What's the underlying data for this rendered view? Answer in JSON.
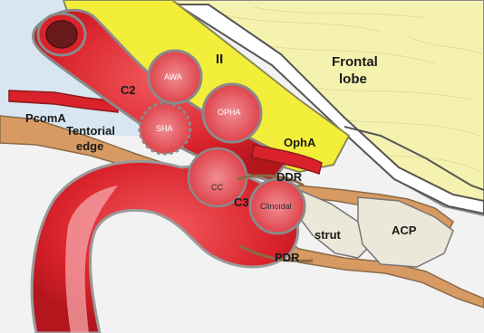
{
  "labels": {
    "roman_two": "II",
    "frontal_lobe_line1": "Frontal",
    "frontal_lobe_line2": "lobe",
    "c2": "C2",
    "awa": "AWA",
    "opha": "OPHA",
    "sha": "SHA",
    "pcoma": "PcomA",
    "tentorial_line1": "Tentorial",
    "tentorial_line2": "edge",
    "ophA": "OphA",
    "ddr": "DDR",
    "cc": "CC",
    "c3": "C3",
    "clinoidal": "Clinoidal",
    "strut": "strut",
    "acp": "ACP",
    "pdr": "PDR"
  },
  "colors": {
    "artery_red": "#d9222b",
    "artery_dark": "#8c1a1e",
    "optic_yellow": "#f3ee3a",
    "frontal_lobe": "#f4f1a8",
    "dura_tan": "#d79a63",
    "bone_bg": "#f0f0f0",
    "sky_blue": "#cfe3f2",
    "outline": "#6f6f6f"
  }
}
